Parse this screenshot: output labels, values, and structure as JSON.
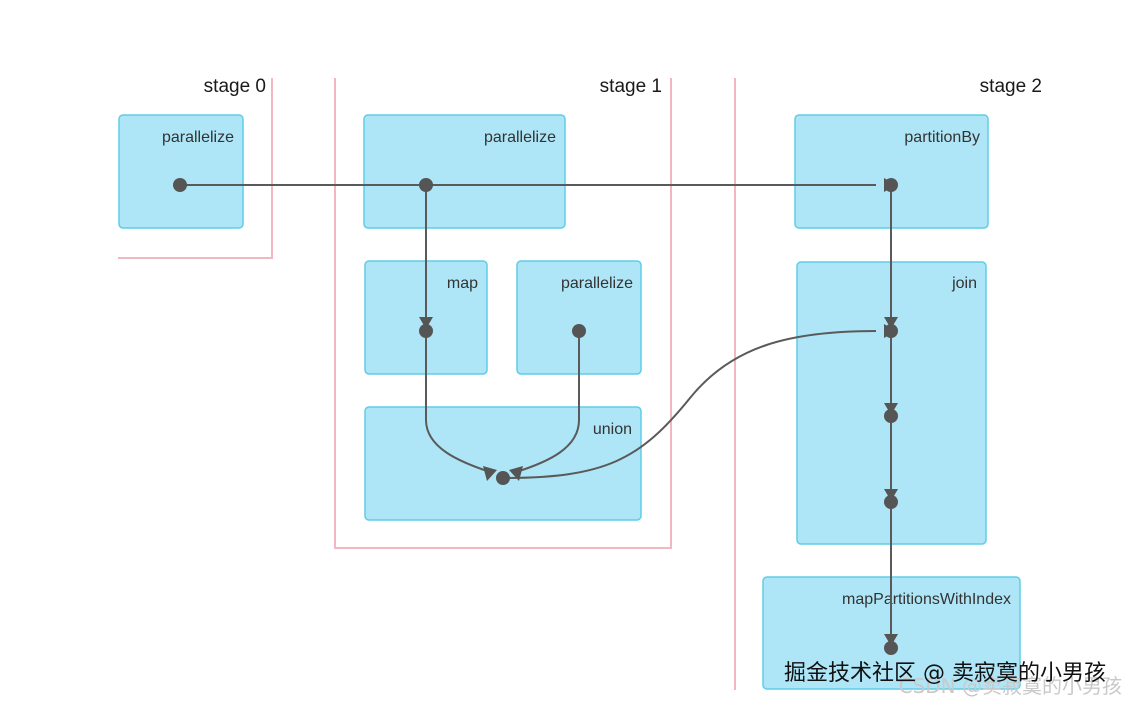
{
  "stages": [
    {
      "title": "stage 0"
    },
    {
      "title": "stage 1"
    },
    {
      "title": "stage 2"
    }
  ],
  "boxes": {
    "stage0_parallelize": "parallelize",
    "stage1_parallelize": "parallelize",
    "map": "map",
    "stage1_parallelize_2": "parallelize",
    "union": "union",
    "partitionBy": "partitionBy",
    "join": "join",
    "mapPartitionsWithIndex": "mapPartitionsWithIndex"
  },
  "watermark": {
    "main": "掘金技术社区 @ 卖寂寞的小男孩",
    "sub": "CSDN @卖寂寞的小男孩"
  },
  "colors": {
    "box_fill": "#aee6f7",
    "box_border": "#5fcde6",
    "stage_line": "#f1b8c4",
    "edge": "#5a5a5a"
  }
}
